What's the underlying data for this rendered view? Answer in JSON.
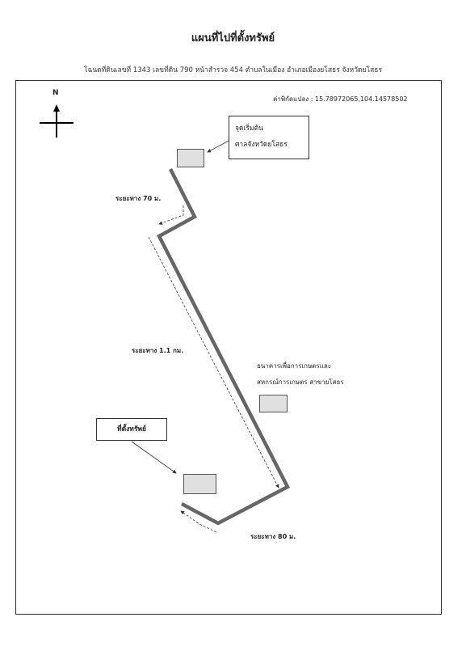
{
  "page": {
    "title": "แผนที่ไปที่ตั้งทรัพย์",
    "subtitle": "โฉนดที่ดินเลขที่ 1343 เลขที่ดิน 790 หน้าสำรวจ 454 ตำบลในเมือง อำเภอเมืองยโสธร จังหวัดยโสธร"
  },
  "map": {
    "north_label": "N",
    "coordinates": "ค่าพิกัดแปลง : 15.78972065,104.14578502",
    "start_point": {
      "line1": "จุดเริ่มต้น",
      "line2": "ศาลจังหวัดยโสธร"
    },
    "bank": {
      "line1": "ธนาคารเพื่อการเกษตรและ",
      "line2": "สหกรณ์การเกษตร สาขายโสธร"
    },
    "property_label": "ที่ตั้งทรัพย์",
    "distances": {
      "seg1": "ระยะทาง 70 ม.",
      "seg2": "ระยะทาง 1.1 กม.",
      "seg3": "ระยะทาง 80 ม."
    },
    "colors": {
      "road": "#666666",
      "building_fill": "#e0e0e0",
      "line": "#333333"
    }
  }
}
